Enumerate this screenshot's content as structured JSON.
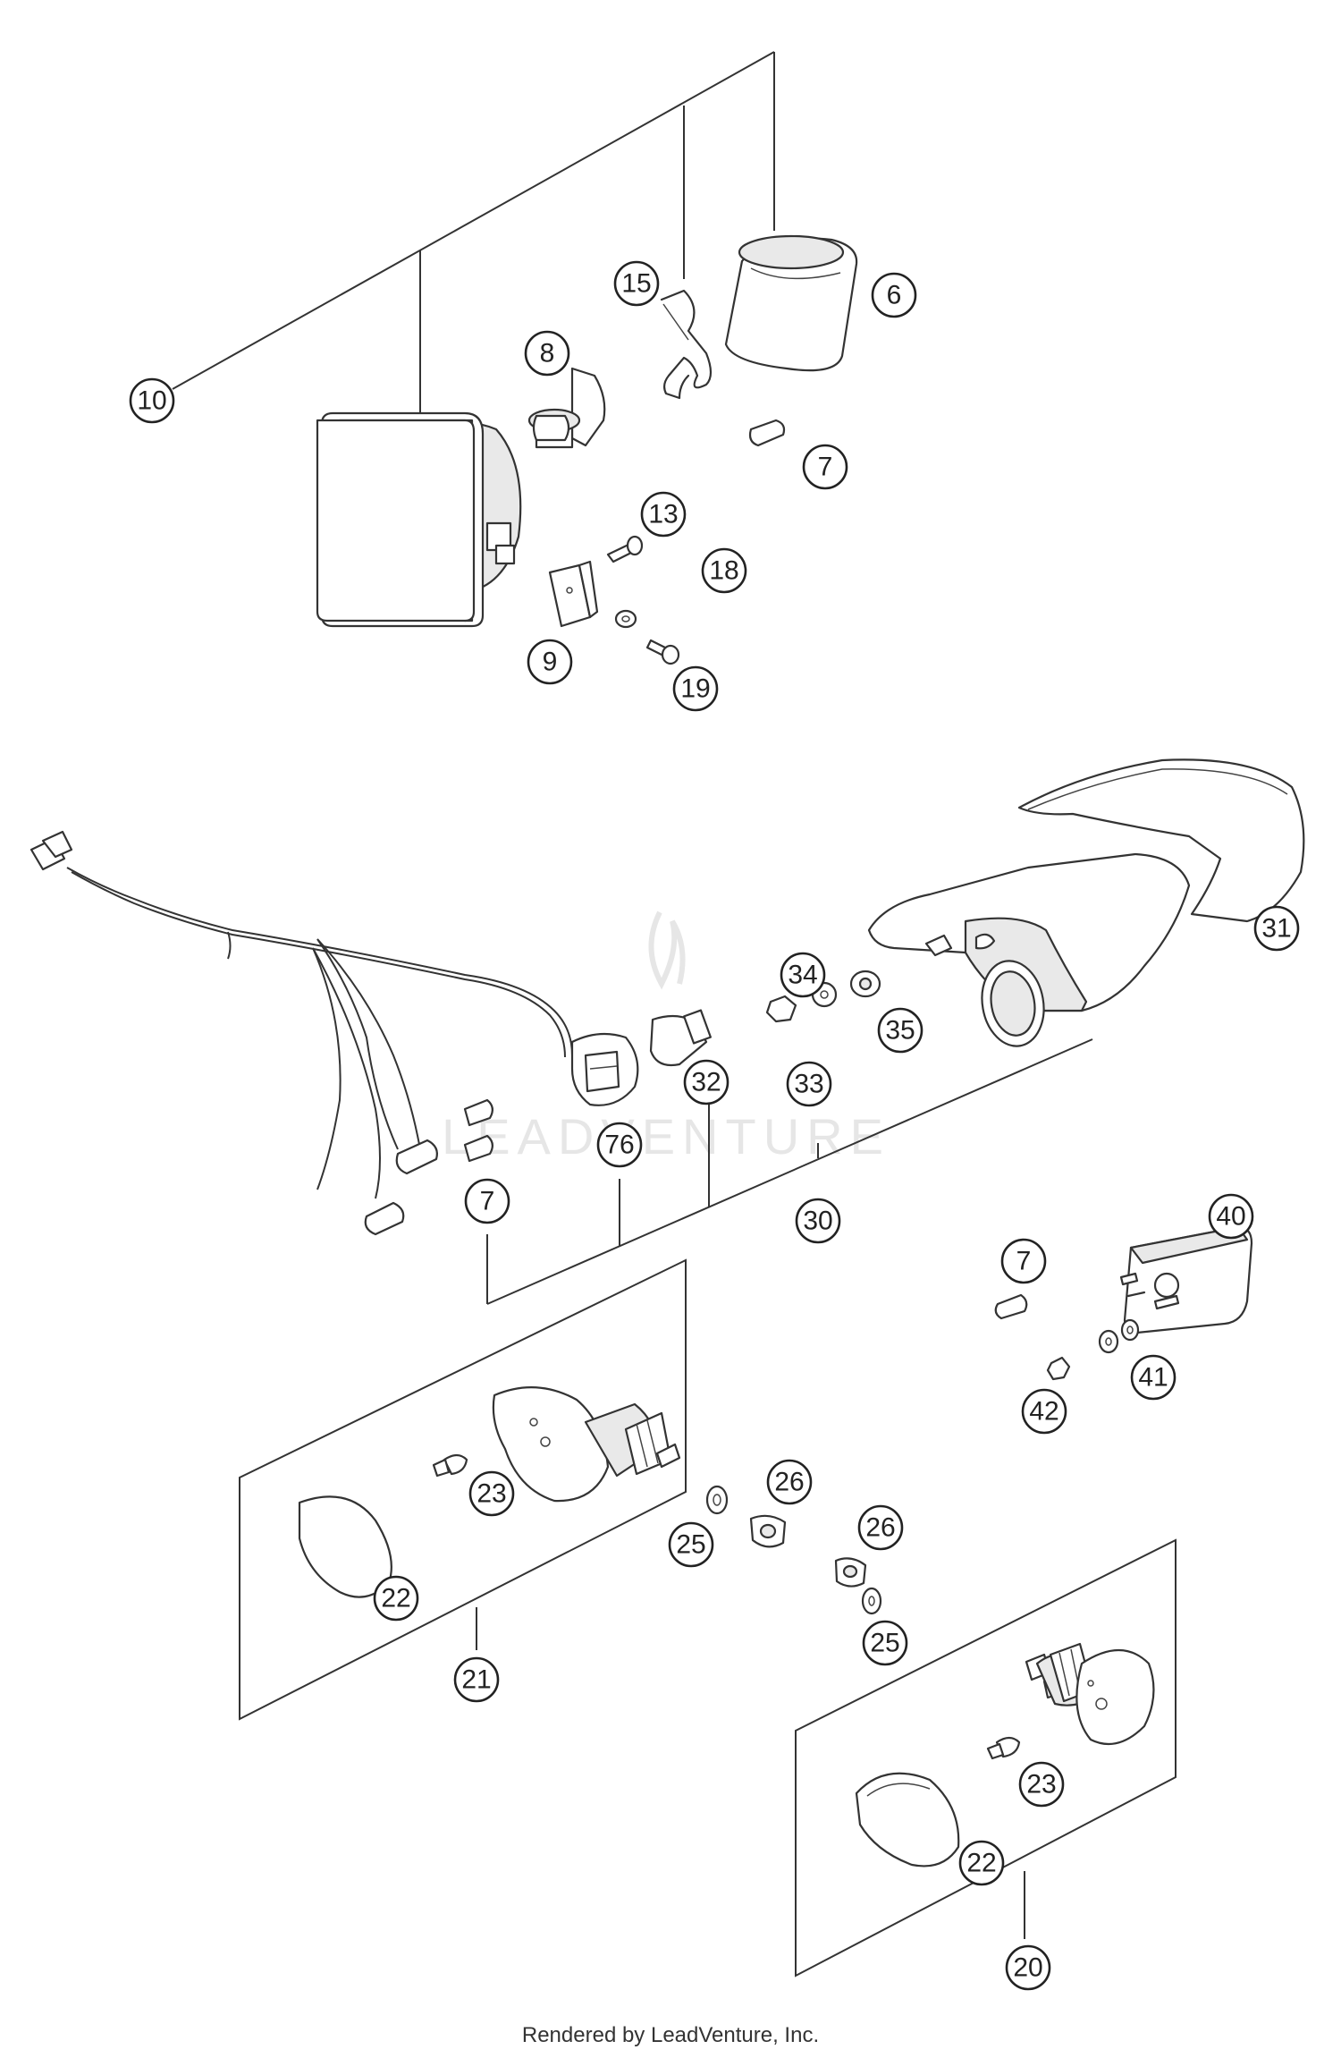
{
  "footer": "Rendered by LeadVenture, Inc.",
  "watermark": "LEADVENTURE",
  "callouts": [
    "10",
    "15",
    "6",
    "8",
    "7",
    "13",
    "18",
    "9",
    "19",
    "31",
    "34",
    "35",
    "32",
    "33",
    "76",
    "30",
    "7",
    "40",
    "7",
    "41",
    "42",
    "23",
    "26",
    "25",
    "22",
    "26",
    "25",
    "21",
    "23",
    "22",
    "20"
  ]
}
